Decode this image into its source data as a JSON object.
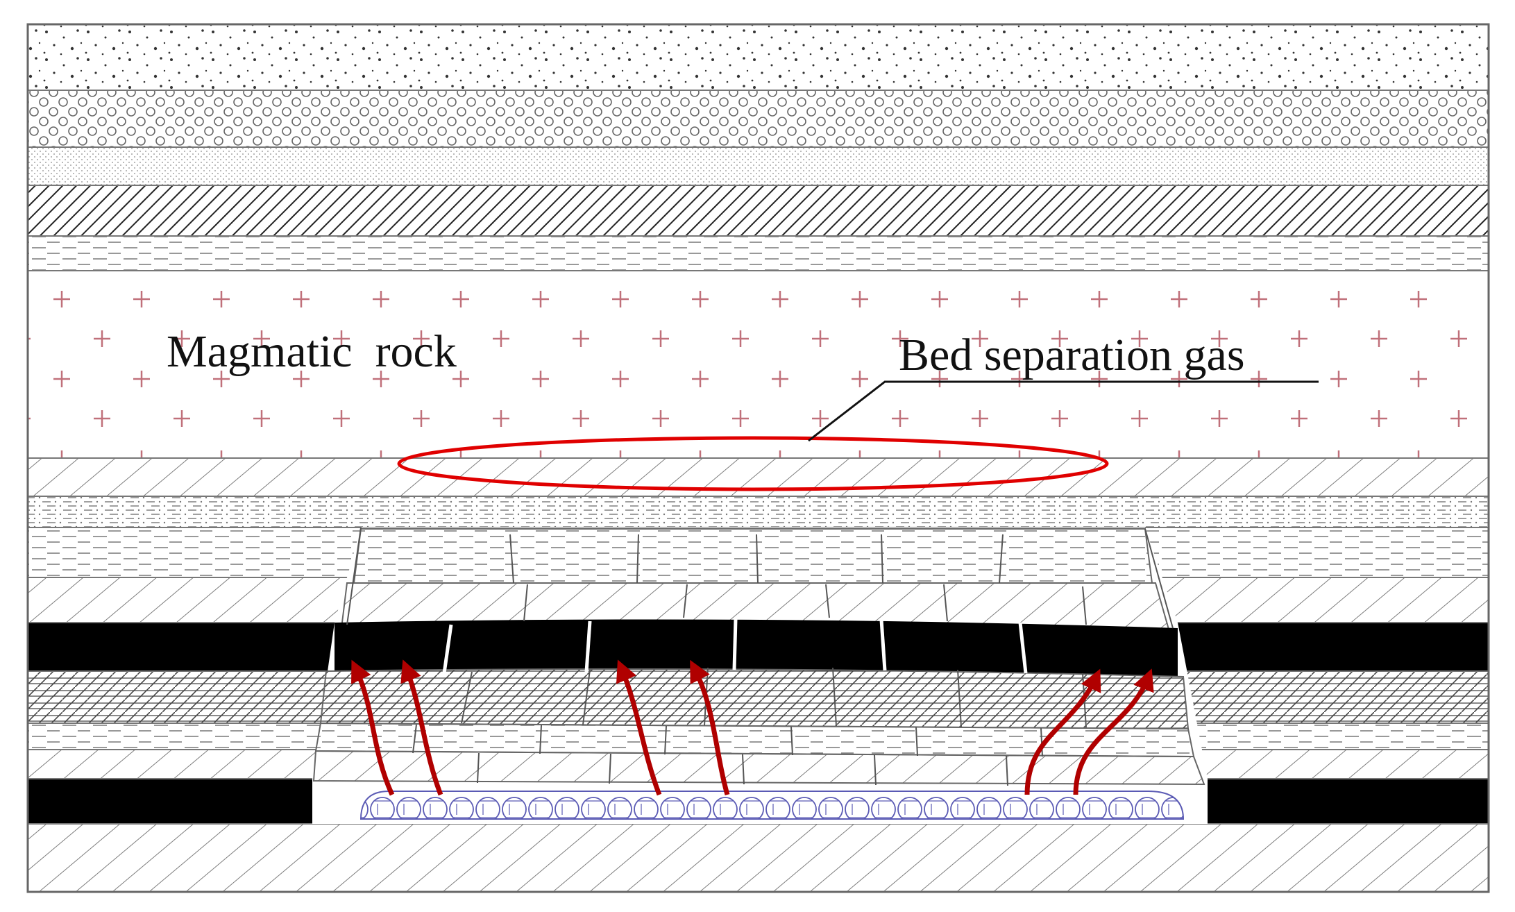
{
  "diagram": {
    "labels": {
      "magmatic_rock": "Magmatic  rock",
      "bed_separation_gas": "Bed separation gas"
    },
    "colors": {
      "outline": "#555555",
      "magmatic_cross": "#c0707a",
      "gas_ellipse": "#e00000",
      "gas_arrow": "#b00000",
      "coal_seam": "#000000",
      "gob_rubble": "#5a5ab4"
    },
    "strata_top_to_bottom": [
      "dotted-sandstone",
      "conglomerate",
      "fine-sandstone",
      "dense-hatch",
      "dashed-mudstone",
      "magmatic-rock",
      "hatched-siltstone",
      "dotted-dash-shale",
      "dashed-mudstone",
      "hatched-siltstone",
      "upper-coal-seam",
      "cross-hatched",
      "dashed-mudstone",
      "hatched-siltstone",
      "lower-coal-seam",
      "hatched-floor"
    ]
  }
}
